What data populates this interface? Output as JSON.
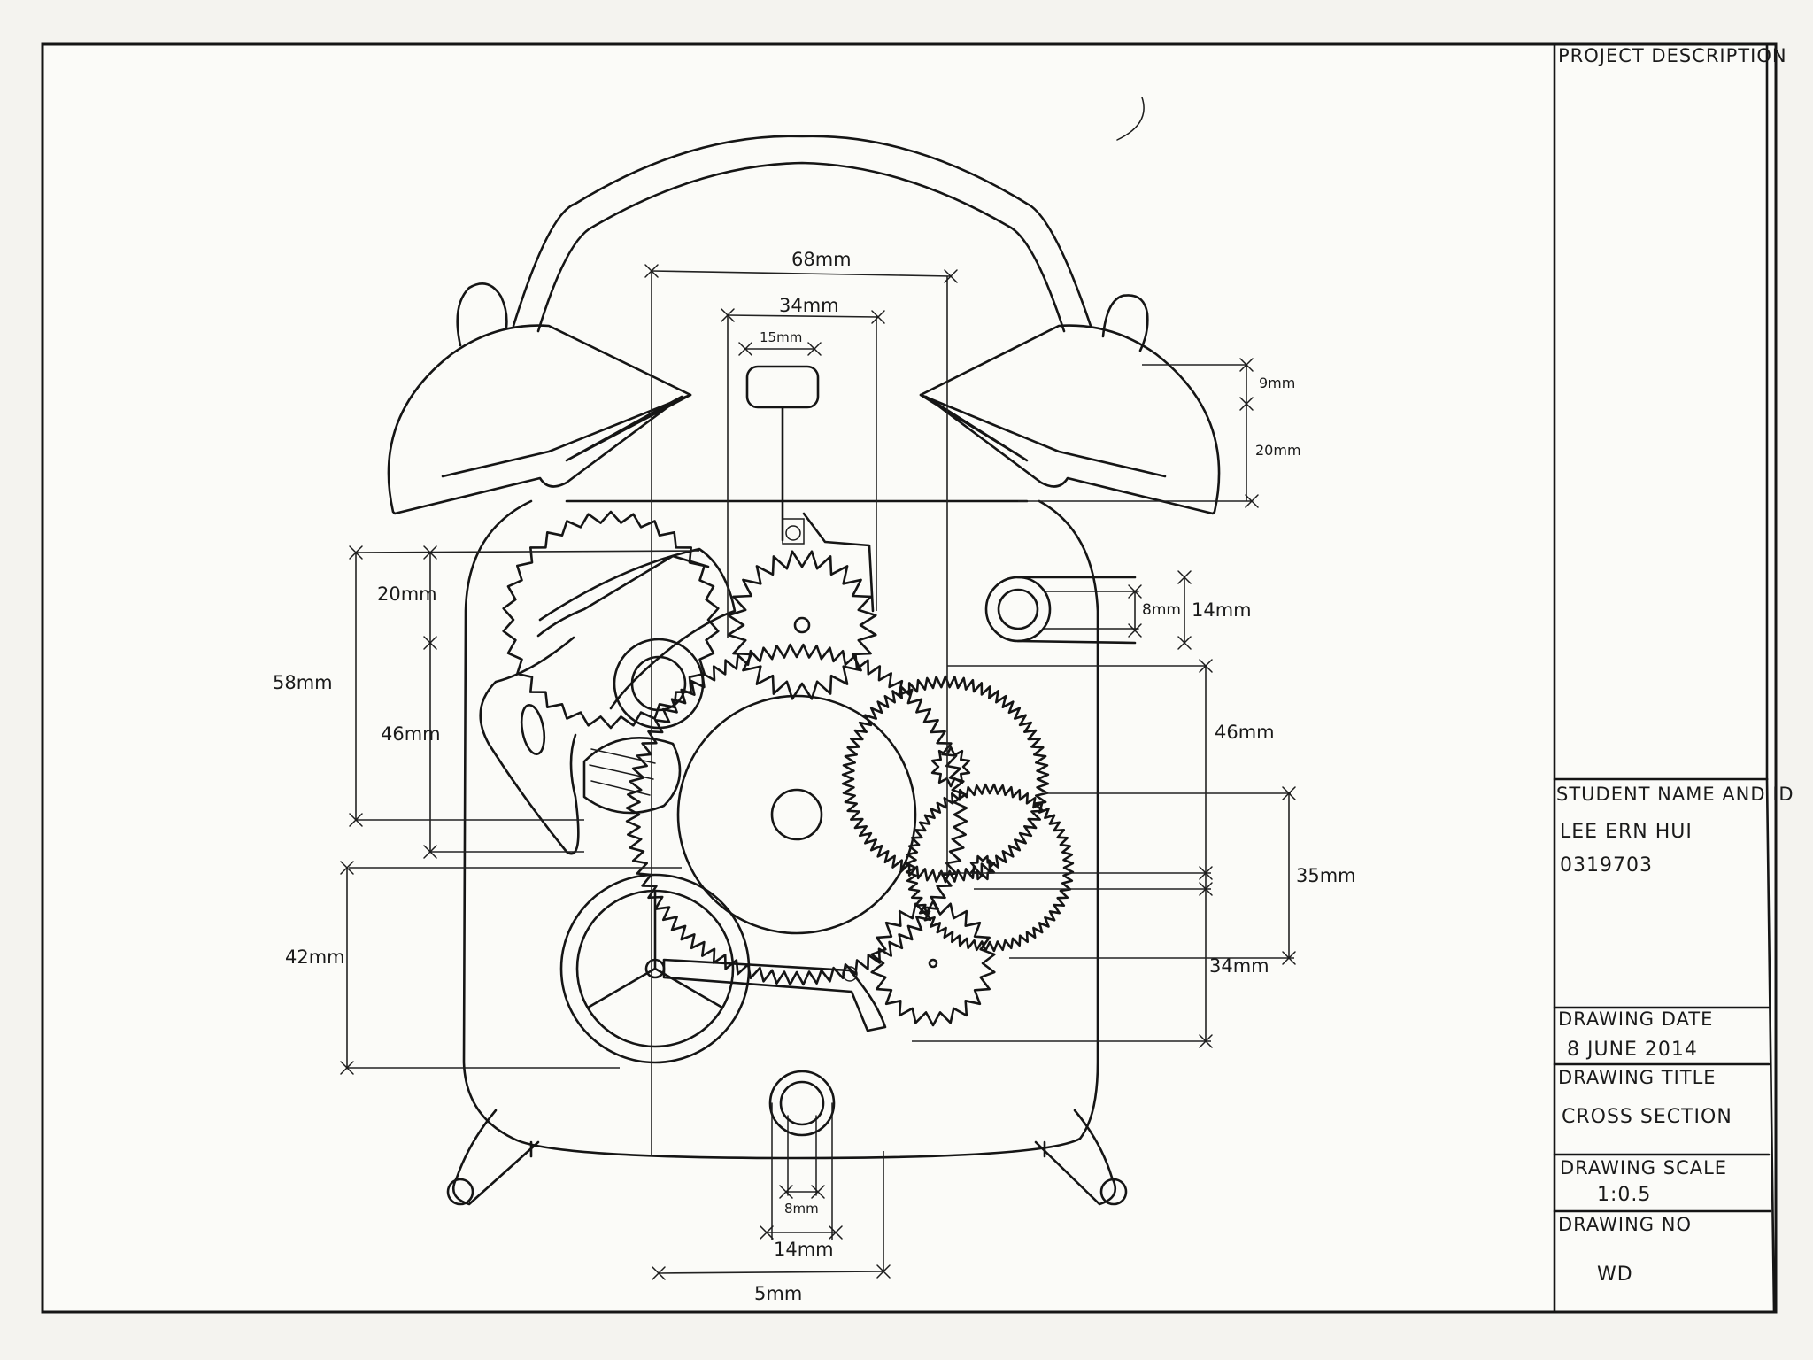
{
  "title_block": {
    "project_description_label": "PROJECT DESCRIPTION",
    "student_label": "STUDENT NAME AND ID",
    "student_name": "LEE ERN HUI",
    "student_id": "0319703",
    "date_label": "DRAWING DATE",
    "date_value": "8 JUNE 2014",
    "title_label": "DRAWING TITLE",
    "title_value": "CROSS SECTION",
    "scale_label": "DRAWING SCALE",
    "scale_value": "1:0.5",
    "number_label": "DRAWING NO",
    "number_value": "WD"
  },
  "dimensions": {
    "overall_width": "68mm",
    "inner_width": "34mm",
    "hammer_width": "15mm",
    "bell_top": "9mm",
    "bell_height": "20mm",
    "left_upper": "20mm",
    "left_total": "58mm",
    "left_middle": "46mm",
    "left_lower": "42mm",
    "knob_inner": "8mm",
    "knob_outer": "14mm",
    "right_upper": "46mm",
    "right_middle": "35mm",
    "right_lower": "34mm",
    "bottom_inner": "8mm",
    "bottom_outer": "14mm",
    "bottom_span": "5mm"
  }
}
